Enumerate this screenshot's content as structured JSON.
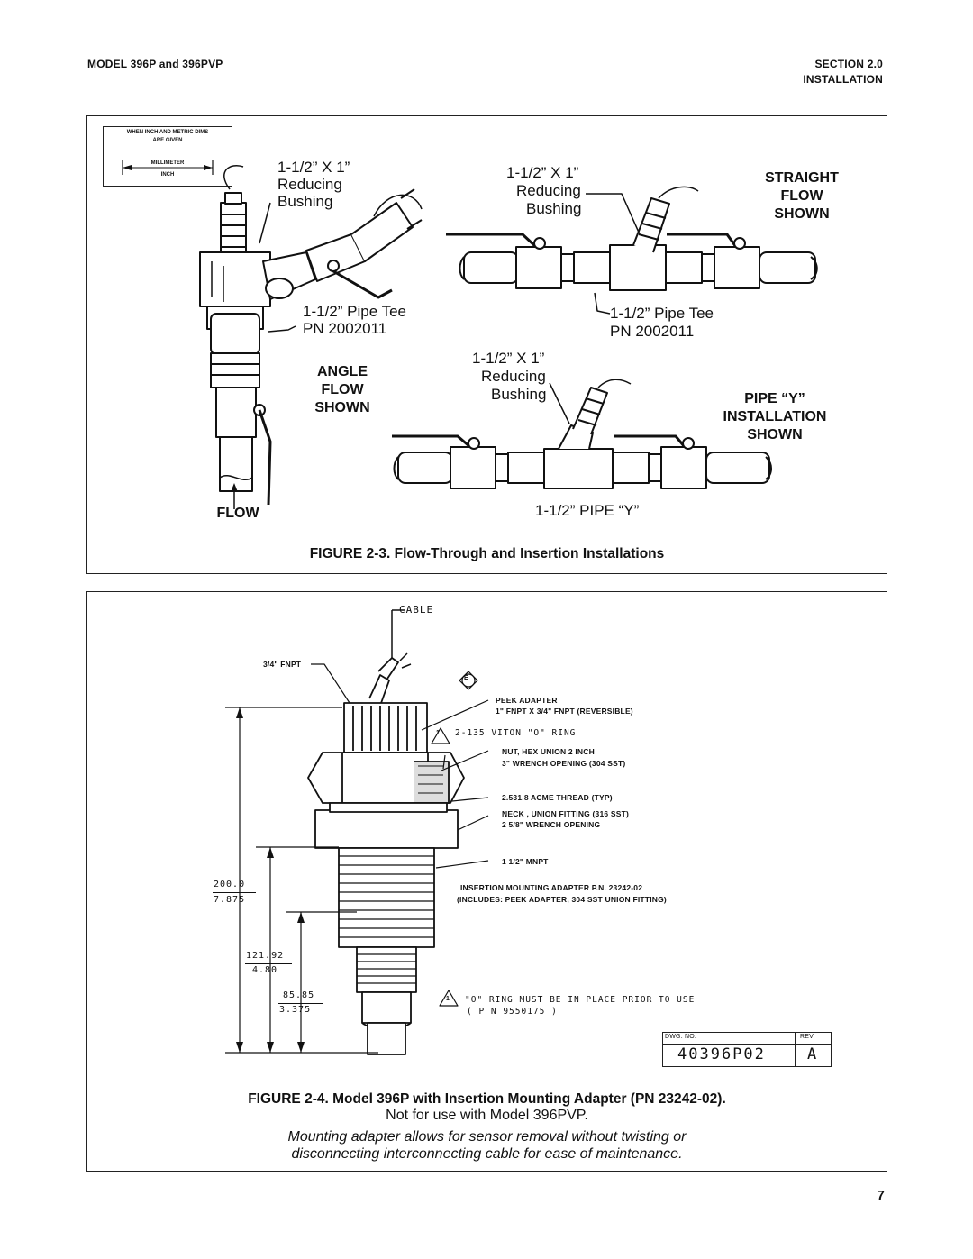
{
  "header": {
    "left": "MODEL 396P and 396PVP",
    "right_line1": "SECTION 2.0",
    "right_line2": "INSTALLATION"
  },
  "figure3": {
    "legend": {
      "line1": "WHEN INCH AND METRIC DIMS",
      "line2": "ARE GIVEN",
      "top": "MILLIMETER",
      "bottom": "INCH"
    },
    "angle": {
      "bushing": [
        "1-1/2” X 1”",
        "Reducing",
        "Bushing"
      ],
      "tee": [
        "1-1/2” Pipe Tee",
        "PN 2002011"
      ],
      "title": [
        "ANGLE",
        "FLOW",
        "SHOWN"
      ],
      "flow": "FLOW"
    },
    "straight": {
      "bushing": [
        "1-1/2” X 1”",
        "Reducing",
        "Bushing"
      ],
      "tee": [
        "1-1/2” Pipe Tee",
        "PN 2002011"
      ],
      "title": [
        "STRAIGHT",
        "FLOW",
        "SHOWN"
      ]
    },
    "pipey": {
      "bushing": [
        "1-1/2” X 1”",
        "Reducing",
        "Bushing"
      ],
      "title": [
        "PIPE “Y”",
        "INSTALLATION",
        "SHOWN"
      ],
      "pipe": "1-1/2” PIPE “Y”"
    },
    "caption": "FIGURE 2-3. Flow-Through and Insertion Installations"
  },
  "figure4": {
    "cable": "CABLE",
    "fnpt": "3/4\" FNPT",
    "e_mark": "E",
    "callouts": {
      "peek1": "PEEK ADAPTER",
      "peek2": "1\" FNPT X 3/4\" FNPT (REVERSIBLE)",
      "oring_num": "1",
      "oring": "2-135 VITON \"O\" RING",
      "nut1": "NUT, HEX UNION 2 INCH",
      "nut2": "3\" WRENCH OPENING (304 SST)",
      "acme": "2.531.8 ACME THREAD (TYP)",
      "neck1": "NECK , UNION FITTING (316 SST)",
      "neck2": "2 5/8\" WRENCH OPENING",
      "mnpt": "1 1/2\" MNPT",
      "ins1": "INSERTION MOUNTING ADAPTER P.N. 23242-02",
      "ins2": "(INCLUDES: PEEK ADAPTER, 304 SST UNION FITTING)",
      "note_num": "1",
      "note1": "\"O\" RING MUST BE IN PLACE PRIOR TO USE",
      "note2": "( P N  9550175 )"
    },
    "dims": {
      "d1_mm": "200.0",
      "d1_in": "7.875",
      "d2_mm": "121.92",
      "d2_in": "4.80",
      "d3_mm": "85.85",
      "d3_in": "3.375"
    },
    "titleblock": {
      "dwg_label": "DWG. NO.",
      "rev_label": "REV.",
      "dwg_no": "40396P02",
      "rev": "A"
    },
    "caption": "FIGURE 2-4. Model 396P with Insertion Mounting Adapter (PN 23242-02).",
    "note": "Not for use with Model 396PVP.",
    "italic1": "Mounting adapter allows for sensor removal without twisting or",
    "italic2": "disconnecting interconnecting cable for ease of maintenance."
  },
  "page_number": "7"
}
